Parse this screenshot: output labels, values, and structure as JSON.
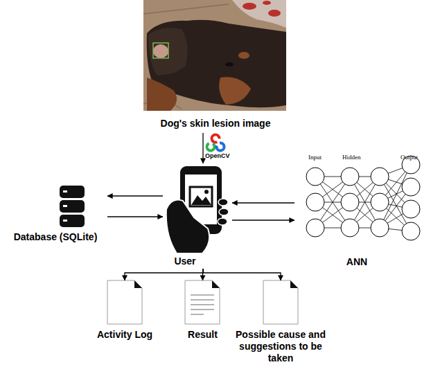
{
  "diagram": {
    "nodes": [
      {
        "text": [
          "Dog's skin lesion image"
        ]
      },
      {
        "text": [
          "User"
        ]
      },
      {
        "text": [
          "Database (SQLite)"
        ]
      },
      {
        "text": [
          "ANN"
        ]
      },
      {
        "text": [
          "Activity Log"
        ]
      },
      {
        "text": [
          "Result"
        ]
      },
      {
        "text": [
          "Possible cause and suggestions to be taken"
        ]
      }
    ],
    "edges": [
      {
        "from": 0,
        "to": 1,
        "arrow": "to",
        "label": "OpenCV"
      },
      {
        "from": 1,
        "to": 2,
        "arrow": "to"
      },
      {
        "from": 2,
        "to": 1,
        "arrow": "to"
      },
      {
        "from": 3,
        "to": 1,
        "arrow": "to"
      },
      {
        "from": 1,
        "to": 3,
        "arrow": "to"
      },
      {
        "from": 1,
        "to": 4,
        "arrow": "to"
      },
      {
        "from": 1,
        "to": 5,
        "arrow": "to"
      },
      {
        "from": 1,
        "to": 6,
        "arrow": "to"
      }
    ],
    "labels": [
      "Input",
      "Hidden",
      "Output"
    ]
  }
}
